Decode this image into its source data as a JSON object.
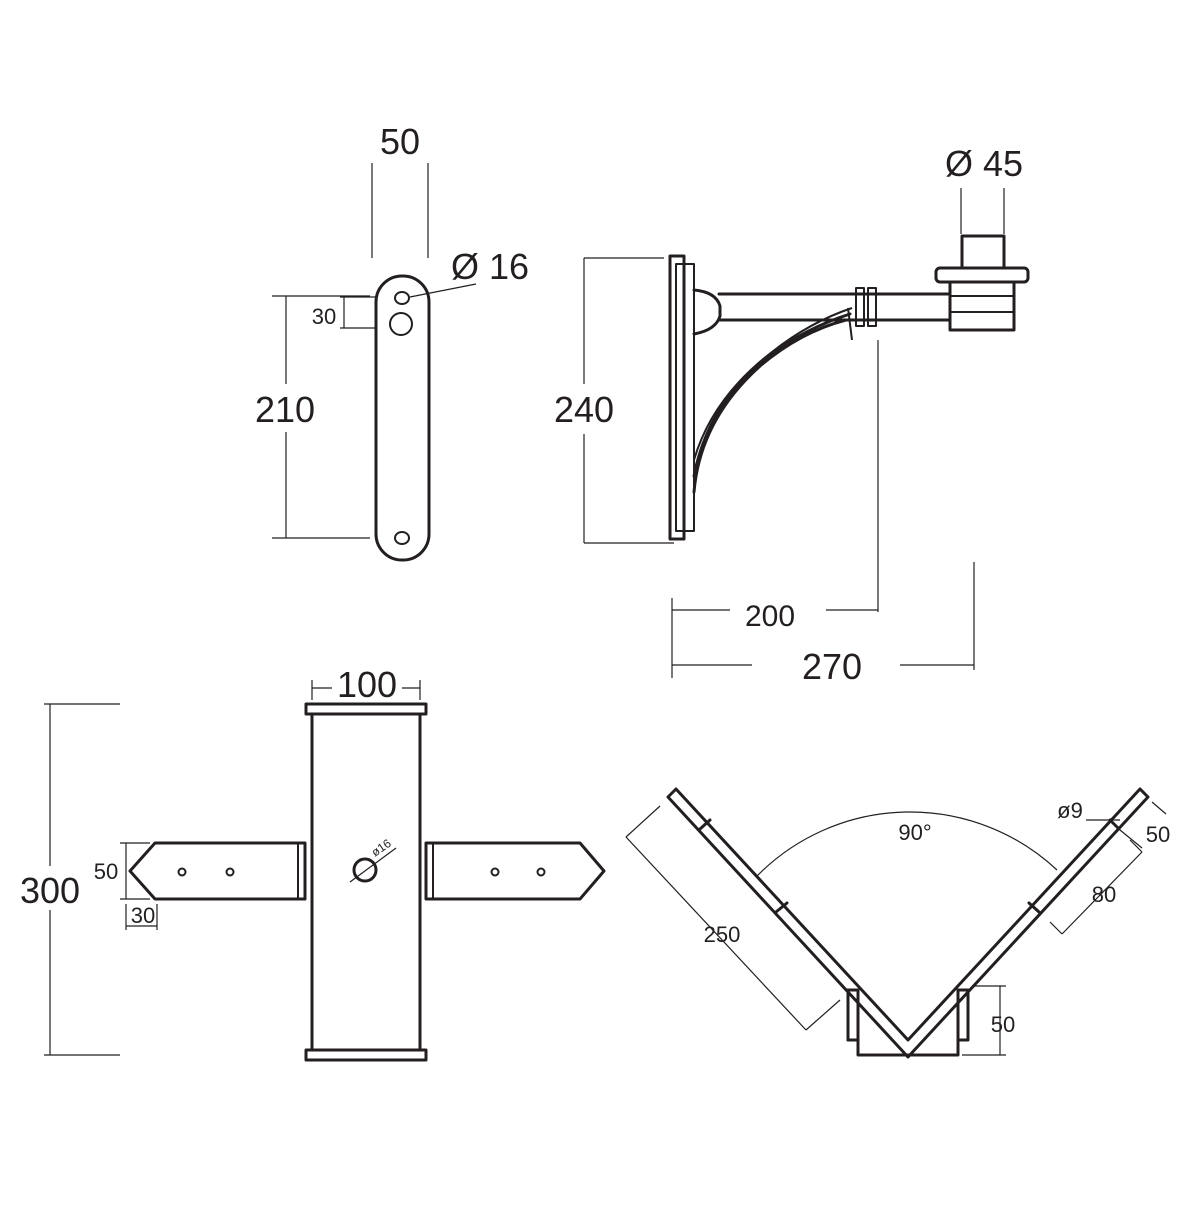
{
  "views": {
    "plate": {
      "width": "50",
      "hole_spacing": "30",
      "length": "210",
      "hole_diameter": "Ø 16"
    },
    "side": {
      "height": "240",
      "pole_diameter": "Ø 45",
      "arm_reach": "200",
      "total_reach": "270"
    },
    "front": {
      "width": "100",
      "height": "300",
      "strap_width": "50",
      "strap_tip": "30",
      "hole_diameter": "ø16"
    },
    "top": {
      "angle": "90°",
      "hole_diameter": "ø9",
      "arm_length": "250",
      "end_offset": "50",
      "hole_spacing": "80",
      "base_height": "50"
    }
  }
}
